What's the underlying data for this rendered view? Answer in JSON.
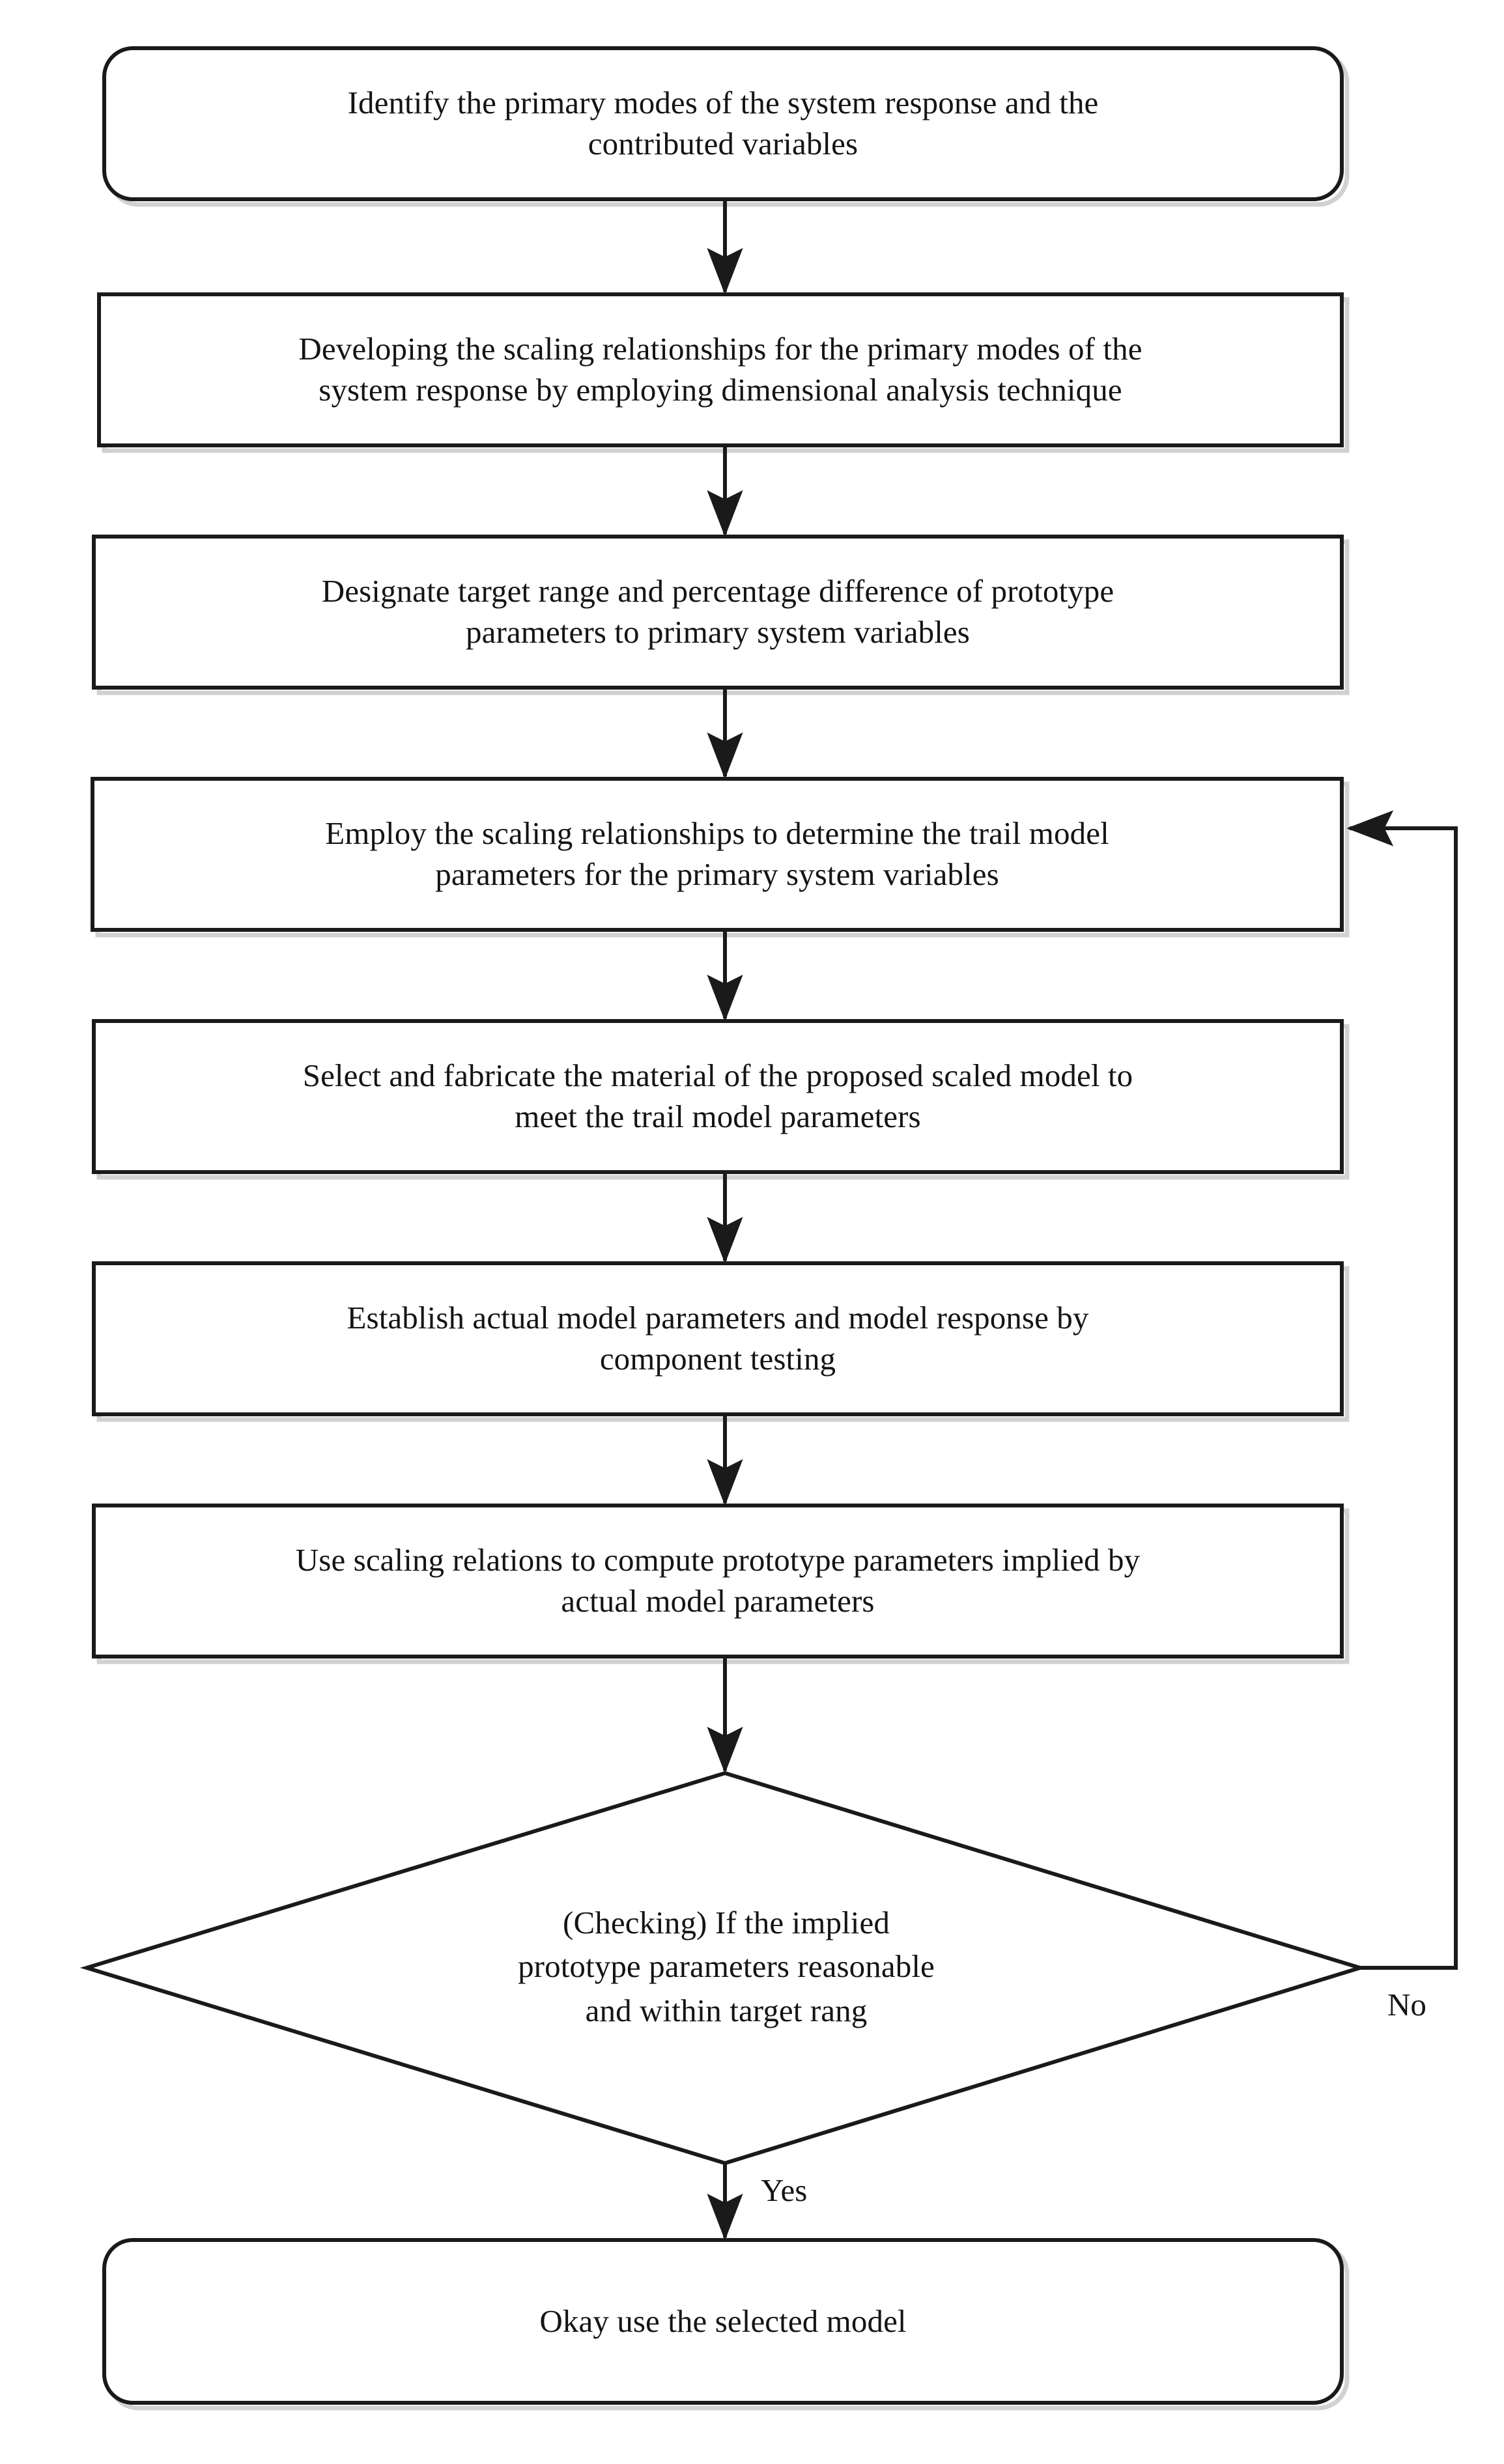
{
  "diagram": {
    "type": "flowchart",
    "orientation": "top-to-bottom",
    "background_color": "#ffffff",
    "line_color": "#1a1a1a",
    "text_color": "#141414",
    "nodes": [
      {
        "id": "n1",
        "shape": "rounded-rectangle",
        "text": "Identify the primary modes of the system response and the contributed variables",
        "line1": "Identify the primary modes of the system response and the",
        "line2": "contributed variables"
      },
      {
        "id": "n2",
        "shape": "rectangle",
        "text": "Developing the scaling relationships for the primary modes of the system response by employing dimensional analysis technique",
        "line1": "Developing the scaling relationships for the primary modes of the",
        "line2": "system response by employing dimensional analysis technique"
      },
      {
        "id": "n3",
        "shape": "rectangle",
        "text": "Designate target range and percentage difference of prototype parameters to primary system variables",
        "line1": "Designate target range and percentage difference of prototype",
        "line2": "parameters to primary system variables"
      },
      {
        "id": "n4",
        "shape": "rectangle",
        "text": "Employ the scaling relationships to determine the trail model parameters for the primary system variables",
        "line1": "Employ the scaling relationships to determine the trail model",
        "line2": "parameters for the primary system variables"
      },
      {
        "id": "n5",
        "shape": "rectangle",
        "text": "Select and fabricate the material of the proposed scaled model to meet the trail model parameters",
        "line1": "Select and fabricate the material of the proposed scaled model to",
        "line2": "meet the trail model parameters"
      },
      {
        "id": "n6",
        "shape": "rectangle",
        "text": "Establish actual model parameters and model response by component testing",
        "line1": "Establish actual model parameters and model response by",
        "line2": "component testing"
      },
      {
        "id": "n7",
        "shape": "rectangle",
        "text": "Use scaling relations to compute prototype parameters implied by actual model parameters",
        "line1": "Use scaling relations to compute prototype parameters implied by",
        "line2": "actual model parameters"
      },
      {
        "id": "n8",
        "shape": "diamond",
        "text": "(Checking) If the implied prototype parameters reasonable and within target rang",
        "line1": "(Checking) If the implied",
        "line2": "prototype parameters reasonable",
        "line3": "and within target rang"
      },
      {
        "id": "n9",
        "shape": "rounded-rectangle",
        "text": "Okay use the selected model",
        "line1": "Okay use the selected model"
      }
    ],
    "edges": [
      {
        "id": "e1",
        "from": "n1",
        "to": "n2",
        "label": ""
      },
      {
        "id": "e2",
        "from": "n2",
        "to": "n3",
        "label": ""
      },
      {
        "id": "e3",
        "from": "n3",
        "to": "n4",
        "label": ""
      },
      {
        "id": "e4",
        "from": "n4",
        "to": "n5",
        "label": ""
      },
      {
        "id": "e5",
        "from": "n5",
        "to": "n6",
        "label": ""
      },
      {
        "id": "e6",
        "from": "n6",
        "to": "n7",
        "label": ""
      },
      {
        "id": "e7",
        "from": "n7",
        "to": "n8",
        "label": ""
      },
      {
        "id": "e8",
        "from": "n8",
        "to": "n4",
        "label": "No"
      },
      {
        "id": "e9",
        "from": "n8",
        "to": "n9",
        "label": "Yes"
      }
    ],
    "labels": {
      "no": "No",
      "yes": "Yes"
    }
  }
}
